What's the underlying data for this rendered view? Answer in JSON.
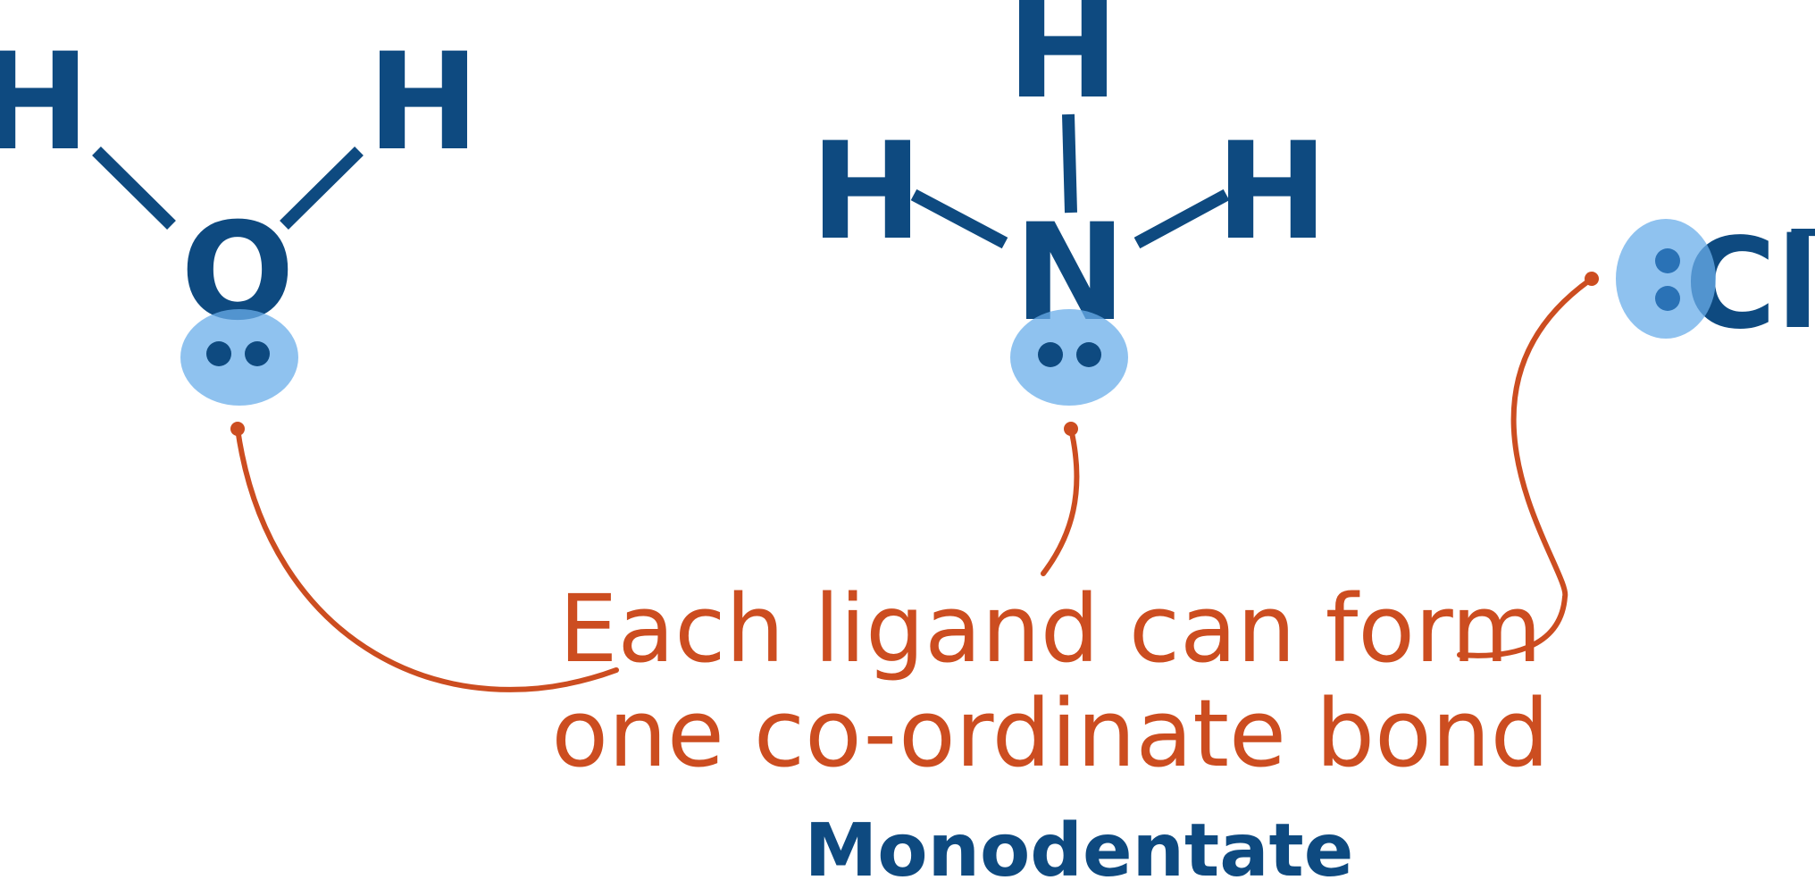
{
  "diagram": {
    "water": {
      "oxygen": "O",
      "hydrogen_left": "H",
      "hydrogen_right": "H"
    },
    "ammonia": {
      "nitrogen": "N",
      "hydrogen_top": "H",
      "hydrogen_left": "H",
      "hydrogen_right": "H"
    },
    "chloride": {
      "chlorine": "Cl",
      "charge": "−"
    },
    "caption_line1": "Each ligand can form",
    "caption_line2": "one co-ordinate bond",
    "label": "Monodentate",
    "colors": {
      "atoms": "#0e4a80",
      "lone_pair": "#6aaeea",
      "annotation": "#cc4d20"
    }
  }
}
